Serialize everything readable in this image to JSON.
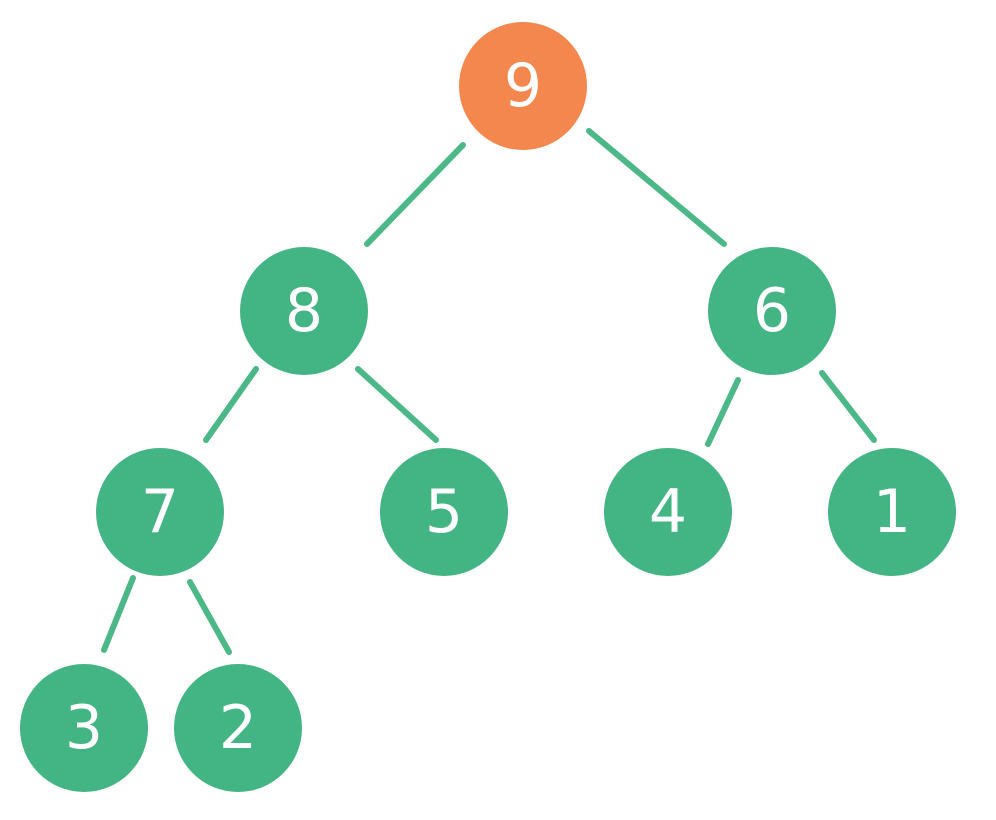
{
  "tree": {
    "colors": {
      "highlight_node": "#f4874d",
      "node": "#43b584",
      "edge": "#4cb787",
      "label": "#ffffff"
    },
    "nodes": [
      {
        "label": "9",
        "highlighted": true
      },
      {
        "label": "8",
        "highlighted": false
      },
      {
        "label": "6",
        "highlighted": false
      },
      {
        "label": "7",
        "highlighted": false
      },
      {
        "label": "5",
        "highlighted": false
      },
      {
        "label": "4",
        "highlighted": false
      },
      {
        "label": "1",
        "highlighted": false
      },
      {
        "label": "3",
        "highlighted": false
      },
      {
        "label": "2",
        "highlighted": false
      }
    ],
    "edges": [
      {
        "from": "9",
        "to": "8"
      },
      {
        "from": "9",
        "to": "6"
      },
      {
        "from": "8",
        "to": "7"
      },
      {
        "from": "8",
        "to": "5"
      },
      {
        "from": "6",
        "to": "4"
      },
      {
        "from": "6",
        "to": "1"
      },
      {
        "from": "7",
        "to": "3"
      },
      {
        "from": "7",
        "to": "2"
      }
    ]
  }
}
